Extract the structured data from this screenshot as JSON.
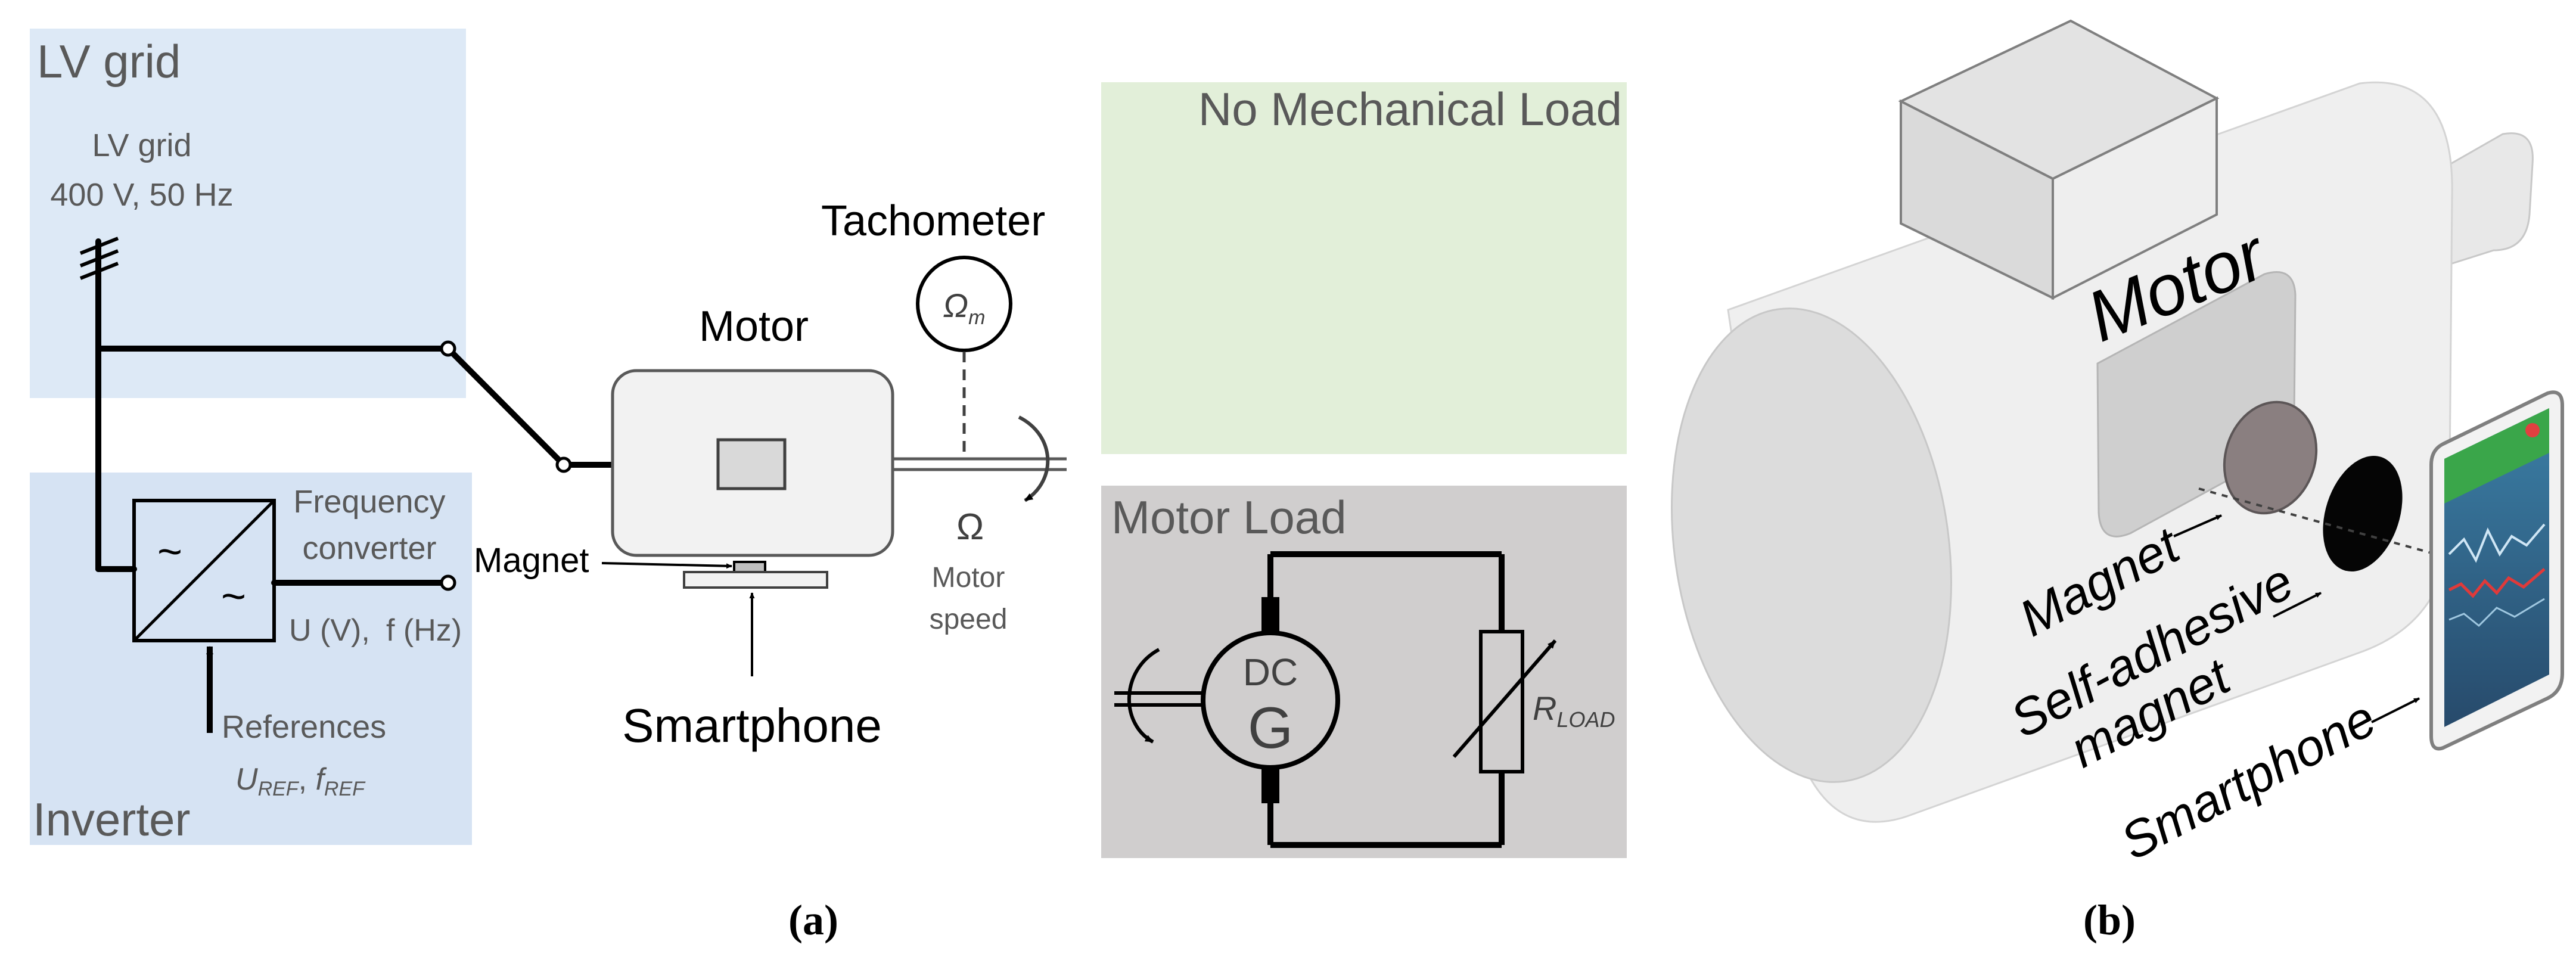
{
  "panel_a": {
    "caption": "(a)",
    "lv_grid_region": {
      "title": "LV grid",
      "supply_line1": "LV grid",
      "supply_line2": "400 V, 50 Hz"
    },
    "inverter_region": {
      "title": "Inverter",
      "converter_line1": "Frequency",
      "converter_line2": "converter",
      "output_u": "U (V),",
      "output_f": "f (Hz)",
      "references": "References",
      "reference_symbols": "UREF, fREF"
    },
    "motor": {
      "label": "Motor",
      "magnet_label": "Magnet",
      "smartphone_label": "Smartphone"
    },
    "tachometer": {
      "label": "Tachometer",
      "symbol": "Ωm"
    },
    "shaft": {
      "symbol": "Ω",
      "speed_line1": "Motor",
      "speed_line2": "speed"
    },
    "no_load_region": {
      "title": "No Mechanical Load"
    },
    "motor_load_region": {
      "title": "Motor Load",
      "generator_line1": "DC",
      "generator_line2": "G",
      "resistor_symbol": "RLOAD"
    },
    "colors": {
      "lv_grid_bg": "#dde9f6",
      "inverter_bg": "#d6e3f3",
      "no_load_bg": "#e2efd9",
      "motor_load_bg": "#d0cece"
    }
  },
  "panel_b": {
    "caption": "(b)",
    "motor_label": "Motor",
    "magnet_label": "Magnet",
    "self_adhesive_line1": "Self-adhesive",
    "self_adhesive_line2": "magnet",
    "smartphone_label": "Smartphone"
  }
}
